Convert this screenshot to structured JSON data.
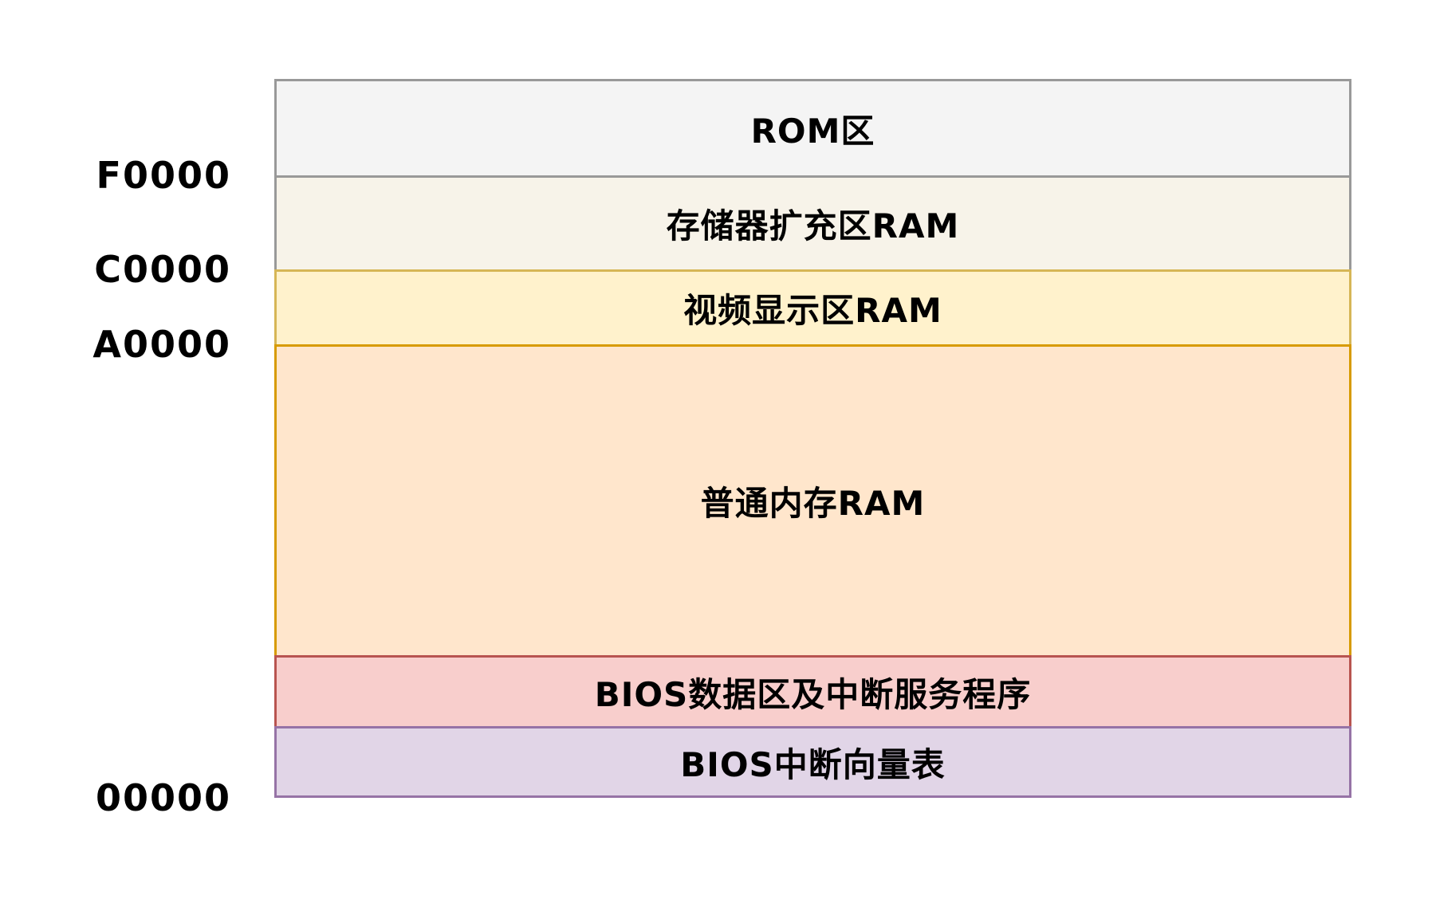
{
  "diagram": {
    "kind": "memory-map",
    "text_color": "#000000",
    "background_color": "#ffffff"
  },
  "regions": [
    {
      "label": "ROM区",
      "fill": "#f4f4f4",
      "stroke": "#999999"
    },
    {
      "label": "存储器扩充区RAM",
      "fill": "#f7f3e9",
      "stroke": "#999999"
    },
    {
      "label": "视频显示区RAM",
      "fill": "#fff2cc",
      "stroke": "#d6b656"
    },
    {
      "label": "普通内存RAM",
      "fill": "#ffe6cc",
      "stroke": "#d79b00"
    },
    {
      "label": "BIOS数据区及中断服务程序",
      "fill": "#f8cecc",
      "stroke": "#b85450"
    },
    {
      "label": "BIOS中断向量表",
      "fill": "#e1d5e7",
      "stroke": "#9673a6"
    }
  ],
  "addresses": [
    {
      "text": "F0000"
    },
    {
      "text": "C0000"
    },
    {
      "text": "A0000"
    },
    {
      "text": "00000"
    }
  ]
}
